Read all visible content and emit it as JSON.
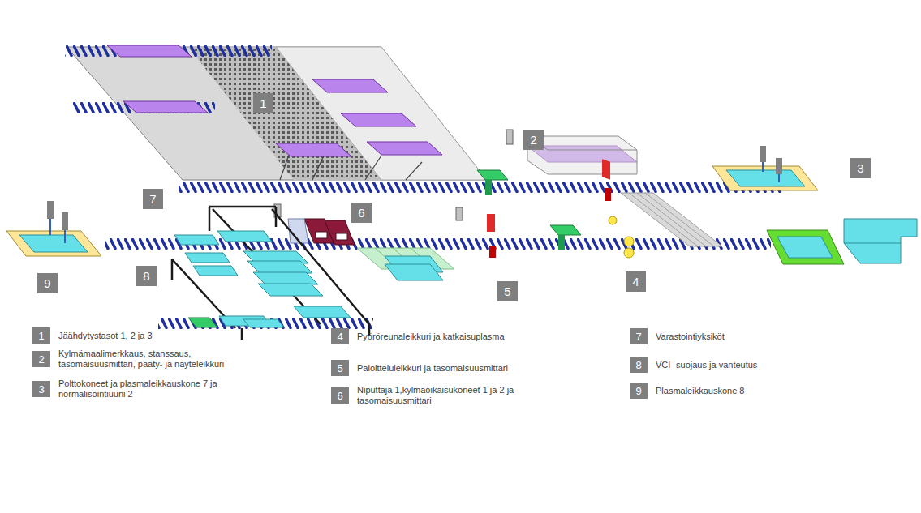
{
  "diagram": {
    "labels": [
      "1",
      "2",
      "3",
      "7",
      "6",
      "9",
      "8",
      "5",
      "4",
      "1",
      "2",
      "3",
      "4",
      "5",
      "6",
      "7",
      "8",
      "9"
    ],
    "legend": [
      {
        "text": "Jäähdytystasot 1, 2 ja 3",
        "color": "#7f7f7f"
      },
      {
        "text": "Kylmämaalimerkkaus, stanssaus, tasomaisuusmittari, pääty- ja näyteleikkuri",
        "color": "#7f7f7f"
      },
      {
        "text": "Polttokoneet ja plasmaleikkauskone 7 ja normalisointiuuni 2",
        "color": "#7f7f7f"
      },
      {
        "text": "Pyöröreunaleikkuri ja katkaisuplasma",
        "color": "#7f7f7f"
      },
      {
        "text": "Paloitteluleikkuri ja tasomaisuusmittari",
        "color": "#7f7f7f"
      },
      {
        "text": "Niputtaja 1,kylmäoikaisukoneet 1 ja 2 ja tasomaisuusmittari",
        "color": "#7f7f7f"
      },
      {
        "text": "Varastointiyksiköt",
        "color": "#7f7f7f"
      },
      {
        "text": "VCI- suojaus ja vanteutus",
        "color": "#7f7f7f"
      },
      {
        "text": "Plasmaleikkauskone 8",
        "color": "#7f7f7f"
      }
    ]
  }
}
